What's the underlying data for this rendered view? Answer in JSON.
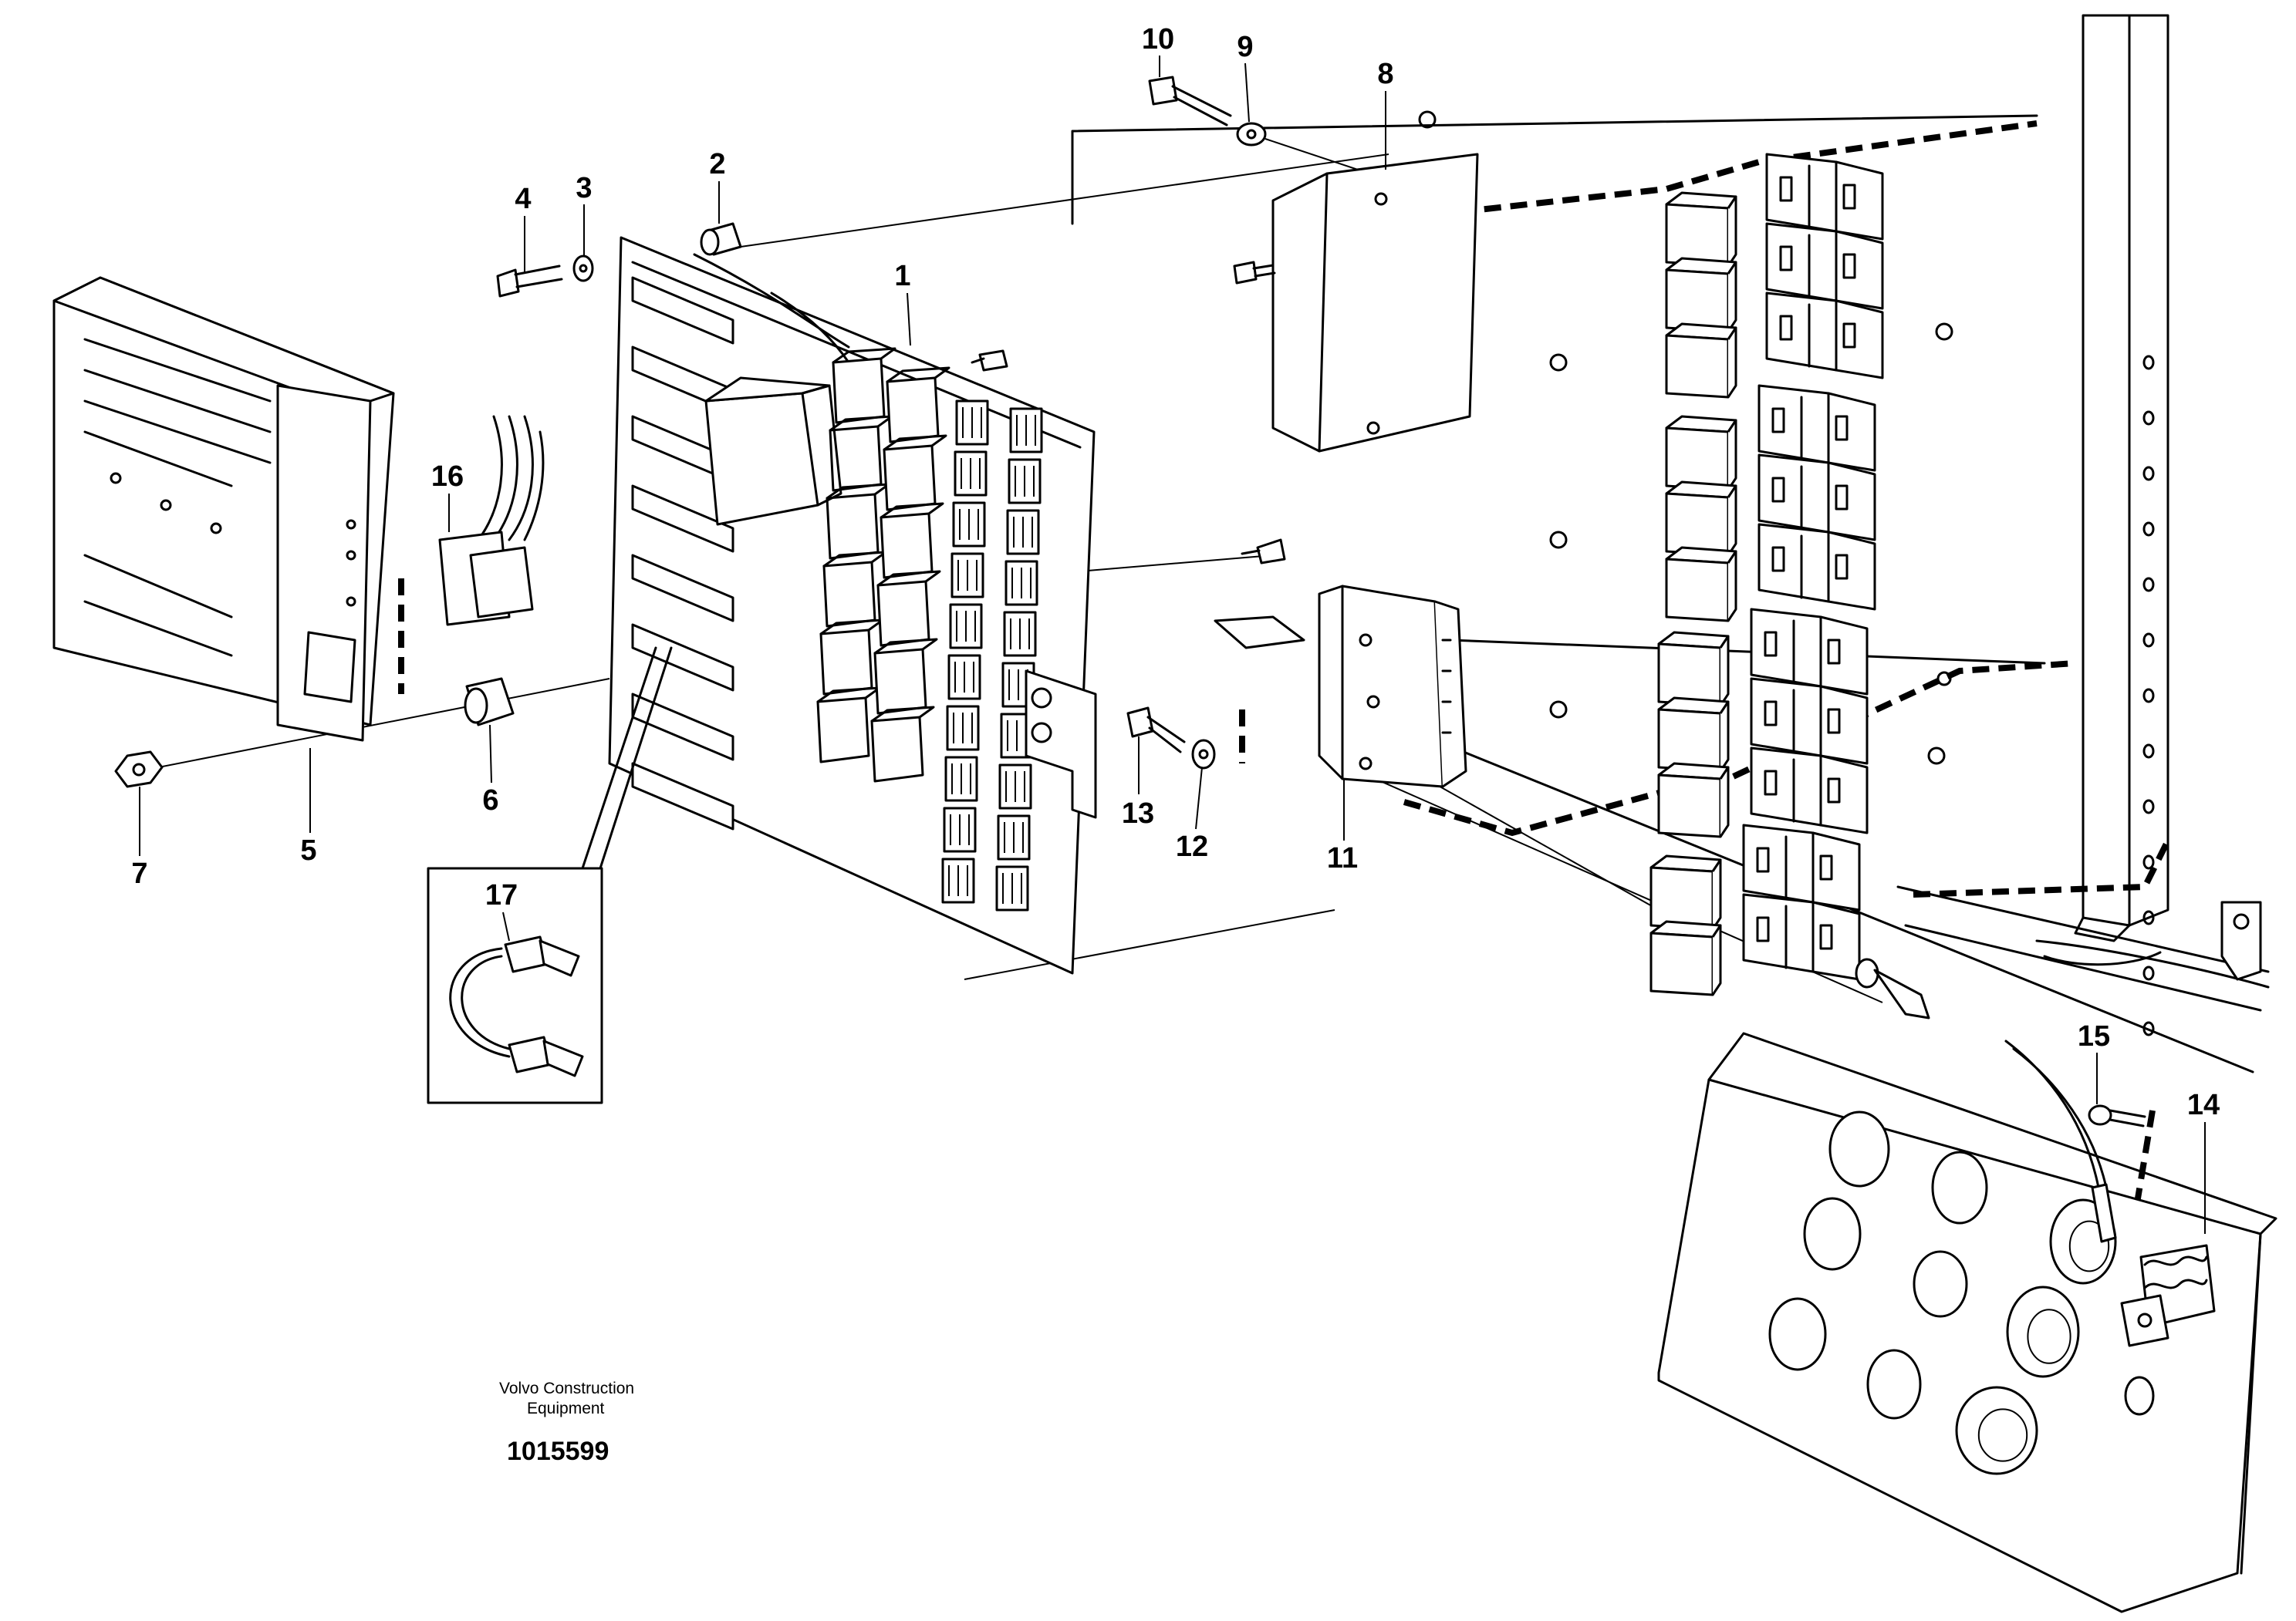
{
  "callouts": {
    "c1": "1",
    "c2": "2",
    "c3": "3",
    "c4": "4",
    "c5": "5",
    "c6": "6",
    "c7": "7",
    "c8": "8",
    "c9": "9",
    "c10": "10",
    "c11": "11",
    "c12": "12",
    "c13": "13",
    "c14": "14",
    "c15": "15",
    "c16": "16",
    "c17": "17"
  },
  "credit": {
    "line1": "Volvo Construction",
    "line2": "Equipment"
  },
  "part_number": "1015599"
}
